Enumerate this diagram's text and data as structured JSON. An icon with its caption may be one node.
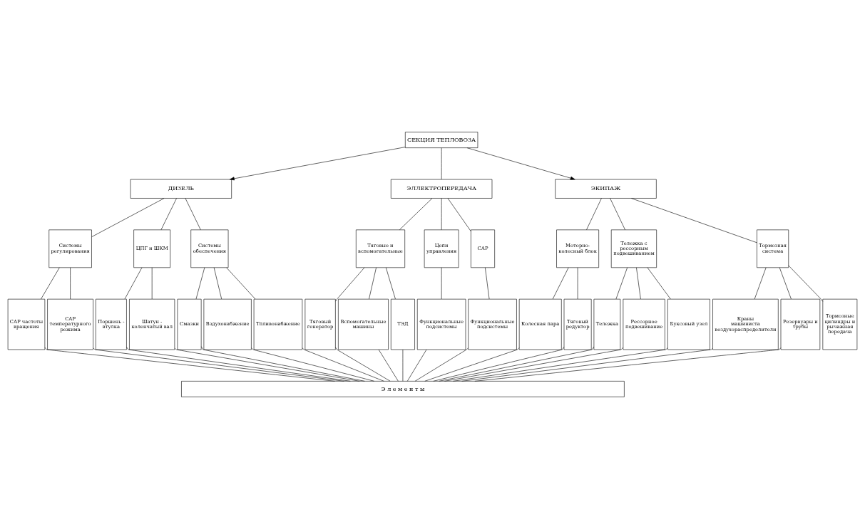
{
  "diagram": {
    "nodes": [
      {
        "text": [
          "СЕКЦИЯ ТЕПЛОВОЗА"
        ]
      },
      {
        "text": [
          "ДИЗЕЛЬ"
        ]
      },
      {
        "text": [
          "ЭЛЛЕКТРОПЕРЕДАЧА"
        ]
      },
      {
        "text": [
          "ЭКИПАЖ"
        ]
      },
      {
        "text": [
          "Системы регулирования"
        ]
      },
      {
        "text": [
          "ЦПГ и ШКМ"
        ]
      },
      {
        "text": [
          "Системы обеспечения"
        ]
      },
      {
        "text": [
          "Тяговые и вспомогательные"
        ]
      },
      {
        "text": [
          "Цепи управления"
        ]
      },
      {
        "text": [
          "САР"
        ]
      },
      {
        "text": [
          "Моторно- колесный блок"
        ]
      },
      {
        "text": [
          "Тележка с рессорным подвешиванием"
        ]
      },
      {
        "text": [
          "Тормозная система"
        ]
      },
      {
        "text": [
          "САР частоты вращения"
        ]
      },
      {
        "text": [
          "САР температурного режима"
        ]
      },
      {
        "text": [
          "Поршень - втулка"
        ]
      },
      {
        "text": [
          "Шатун - коленчатый вал"
        ]
      },
      {
        "text": [
          "Смазки"
        ]
      },
      {
        "text": [
          "Вздухонабжение"
        ]
      },
      {
        "text": [
          "Тпливонабжение"
        ]
      },
      {
        "text": [
          "Тяговый генератор"
        ]
      },
      {
        "text": [
          "Вспомогательные машины"
        ]
      },
      {
        "text": [
          "ТЭД"
        ]
      },
      {
        "text": [
          "Функциональные подсистемы"
        ]
      },
      {
        "text": [
          "Функциональные подсистемы"
        ]
      },
      {
        "text": [
          "Колесная пара"
        ]
      },
      {
        "text": [
          "Тяговый редуктор"
        ]
      },
      {
        "text": [
          "Тележка"
        ]
      },
      {
        "text": [
          "Рессорное подвешивание"
        ]
      },
      {
        "text": [
          "Буксовый узел"
        ]
      },
      {
        "text": [
          "Краны машиниста воздухораспределители"
        ]
      },
      {
        "text": [
          "Резервуары и трубы"
        ]
      },
      {
        "text": [
          "Тормозные цилиндры и рычажная передача"
        ]
      },
      {
        "text": [
          "Э л е м е н т ы"
        ]
      }
    ],
    "edges": [
      {
        "from": 0,
        "to": 1,
        "arrow": "to"
      },
      {
        "from": 0,
        "to": 2,
        "arrow": "none"
      },
      {
        "from": 0,
        "to": 3,
        "arrow": "to"
      },
      {
        "from": 1,
        "to": 4,
        "arrow": "none"
      },
      {
        "from": 1,
        "to": 5,
        "arrow": "none"
      },
      {
        "from": 1,
        "to": 6,
        "arrow": "none"
      },
      {
        "from": 2,
        "to": 7,
        "arrow": "none"
      },
      {
        "from": 2,
        "to": 8,
        "arrow": "none"
      },
      {
        "from": 2,
        "to": 9,
        "arrow": "none"
      },
      {
        "from": 3,
        "to": 10,
        "arrow": "none"
      },
      {
        "from": 3,
        "to": 11,
        "arrow": "none"
      },
      {
        "from": 3,
        "to": 12,
        "arrow": "none"
      },
      {
        "from": 4,
        "to": 13,
        "arrow": "none"
      },
      {
        "from": 4,
        "to": 14,
        "arrow": "none"
      },
      {
        "from": 5,
        "to": 15,
        "arrow": "none"
      },
      {
        "from": 5,
        "to": 16,
        "arrow": "none"
      },
      {
        "from": 6,
        "to": 17,
        "arrow": "none"
      },
      {
        "from": 6,
        "to": 18,
        "arrow": "none"
      },
      {
        "from": 6,
        "to": 19,
        "arrow": "none"
      },
      {
        "from": 7,
        "to": 20,
        "arrow": "none"
      },
      {
        "from": 7,
        "to": 21,
        "arrow": "none"
      },
      {
        "from": 7,
        "to": 22,
        "arrow": "none"
      },
      {
        "from": 8,
        "to": 23,
        "arrow": "none"
      },
      {
        "from": 9,
        "to": 24,
        "arrow": "none"
      },
      {
        "from": 10,
        "to": 25,
        "arrow": "none"
      },
      {
        "from": 10,
        "to": 26,
        "arrow": "none"
      },
      {
        "from": 11,
        "to": 27,
        "arrow": "none"
      },
      {
        "from": 11,
        "to": 28,
        "arrow": "none"
      },
      {
        "from": 11,
        "to": 29,
        "arrow": "none"
      },
      {
        "from": 12,
        "to": 30,
        "arrow": "none"
      },
      {
        "from": 12,
        "to": 31,
        "arrow": "none"
      },
      {
        "from": 12,
        "to": 32,
        "arrow": "none"
      },
      {
        "from": 13,
        "to": 33,
        "arrow": "none"
      },
      {
        "from": 14,
        "to": 33,
        "arrow": "none"
      },
      {
        "from": 15,
        "to": 33,
        "arrow": "none"
      },
      {
        "from": 16,
        "to": 33,
        "arrow": "none"
      },
      {
        "from": 17,
        "to": 33,
        "arrow": "none"
      },
      {
        "from": 18,
        "to": 33,
        "arrow": "none"
      },
      {
        "from": 19,
        "to": 33,
        "arrow": "none"
      },
      {
        "from": 20,
        "to": 33,
        "arrow": "none"
      },
      {
        "from": 21,
        "to": 33,
        "arrow": "none"
      },
      {
        "from": 22,
        "to": 33,
        "arrow": "none"
      },
      {
        "from": 23,
        "to": 33,
        "arrow": "none"
      },
      {
        "from": 24,
        "to": 33,
        "arrow": "none"
      },
      {
        "from": 25,
        "to": 33,
        "arrow": "none"
      },
      {
        "from": 26,
        "to": 33,
        "arrow": "none"
      },
      {
        "from": 27,
        "to": 33,
        "arrow": "none"
      },
      {
        "from": 28,
        "to": 33,
        "arrow": "none"
      },
      {
        "from": 29,
        "to": 33,
        "arrow": "none"
      },
      {
        "from": 30,
        "to": 33,
        "arrow": "none"
      },
      {
        "from": 31,
        "to": 33,
        "arrow": "none"
      }
    ]
  }
}
